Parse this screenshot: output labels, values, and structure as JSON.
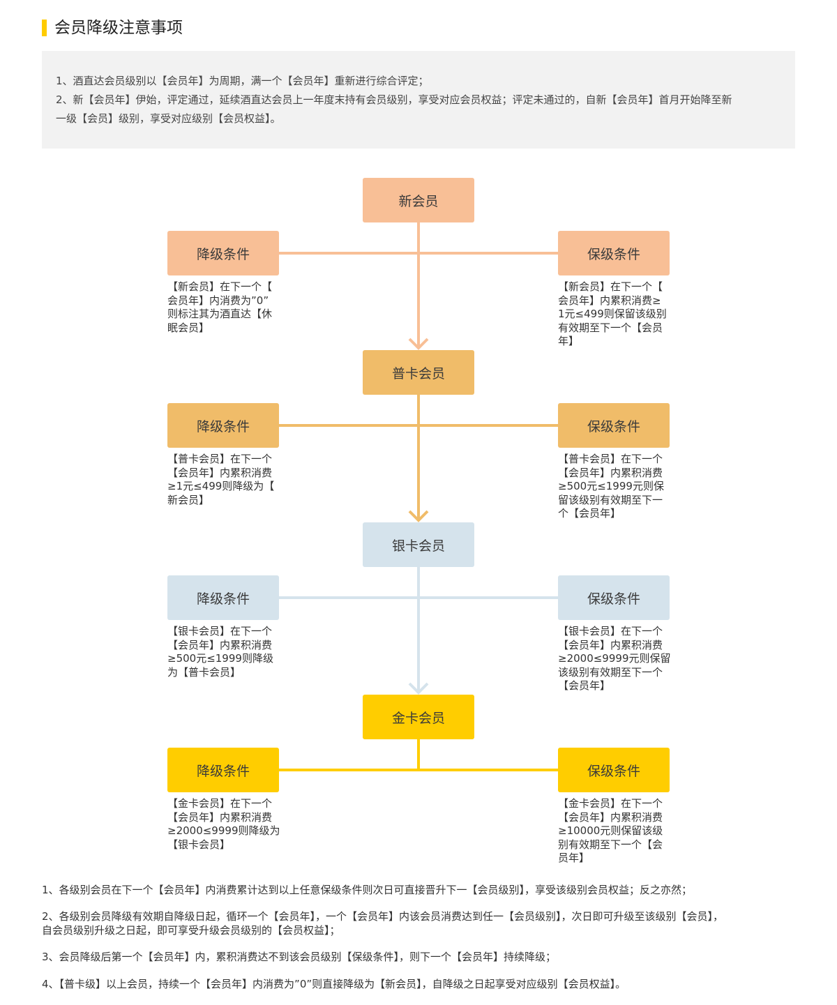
{
  "title": "会员降级注意事项",
  "notice": [
    "1、酒直达会员级别以【会员年】为周期，满一个【会员年】重新进行综合评定；",
    "2、新【会员年】伊始，评定通过，延续酒直达会员上一年度末持有会员级别，享受对应会员权益；评定未通过的，自新【会员年】首月开始降至新",
    "一级【会员】级别，享受对应级别【会员权益】。"
  ],
  "colors": {
    "accent": "#ffcc00",
    "new_member": "#f8bf96",
    "normal_card": "#f0bc69",
    "silver_card": "#d5e3ec",
    "gold_card": "#ffcd00"
  },
  "levels": [
    {
      "name": "新会员",
      "downgrade_label": "降级条件",
      "downgrade_desc": [
        "【新会员】在下一个【",
        "会员年】内消费为”0”",
        "则标注其为酒直达【休",
        "眠会员】"
      ],
      "keep_label": "保级条件",
      "keep_desc": [
        "【新会员】在下一个【",
        "会员年】内累积消费≥",
        "1元≤499则保留该级别",
        "有效期至下一个【会员",
        "年】"
      ]
    },
    {
      "name": "普卡会员",
      "downgrade_label": "降级条件",
      "downgrade_desc": [
        "【普卡会员】在下一个",
        "【会员年】内累积消费",
        "≥1元≤499则降级为【",
        "新会员】"
      ],
      "keep_label": "保级条件",
      "keep_desc": [
        "【普卡会员】在下一个",
        "【会员年】内累积消费",
        "≥500元≤1999元则保",
        "留该级别有效期至下一",
        "个【会员年】"
      ]
    },
    {
      "name": "银卡会员",
      "downgrade_label": "降级条件",
      "downgrade_desc": [
        "【银卡会员】在下一个",
        "【会员年】内累积消费",
        "≥500元≤1999则降级",
        "为【普卡会员】"
      ],
      "keep_label": "保级条件",
      "keep_desc": [
        "【银卡会员】在下一个",
        "【会员年】内累积消费",
        "≥2000≤9999元则保留",
        "该级别有效期至下一个",
        "【会员年】"
      ]
    },
    {
      "name": "金卡会员",
      "downgrade_label": "降级条件",
      "downgrade_desc": [
        "【金卡会员】在下一个",
        "【会员年】内累积消费",
        "≥2000≤9999则降级为",
        "【银卡会员】"
      ],
      "keep_label": "保级条件",
      "keep_desc": [
        "【金卡会员】在下一个",
        "【会员年】内累积消费",
        "≥10000元则保留该级",
        "别有效期至下一个【会",
        "员年】"
      ]
    }
  ],
  "footnotes": [
    [
      "1、各级别会员在下一个【会员年】内消费累计达到以上任意保级条件则次日可直接晋升下一【会员级别】，享受该级别会员权益；反之亦然；"
    ],
    [
      "2、各级别会员降级有效期自降级日起，循环一个【会员年】，一个【会员年】内该会员消费达到任一【会员级别】，次日即可升级至该级别【会员】，",
      "自会员级别升级之日起，即可享受升级会员级别的【会员权益】；"
    ],
    [
      "3、会员降级后第一个【会员年】内，累积消费达不到该会员级别【保级条件】，则下一个【会员年】持续降级；"
    ],
    [
      "4、【普卡级】以上会员，持续一个【会员年】内消费为”0”则直接降级为【新会员】，自降级之日起享受对应级别【会员权益】。"
    ]
  ]
}
